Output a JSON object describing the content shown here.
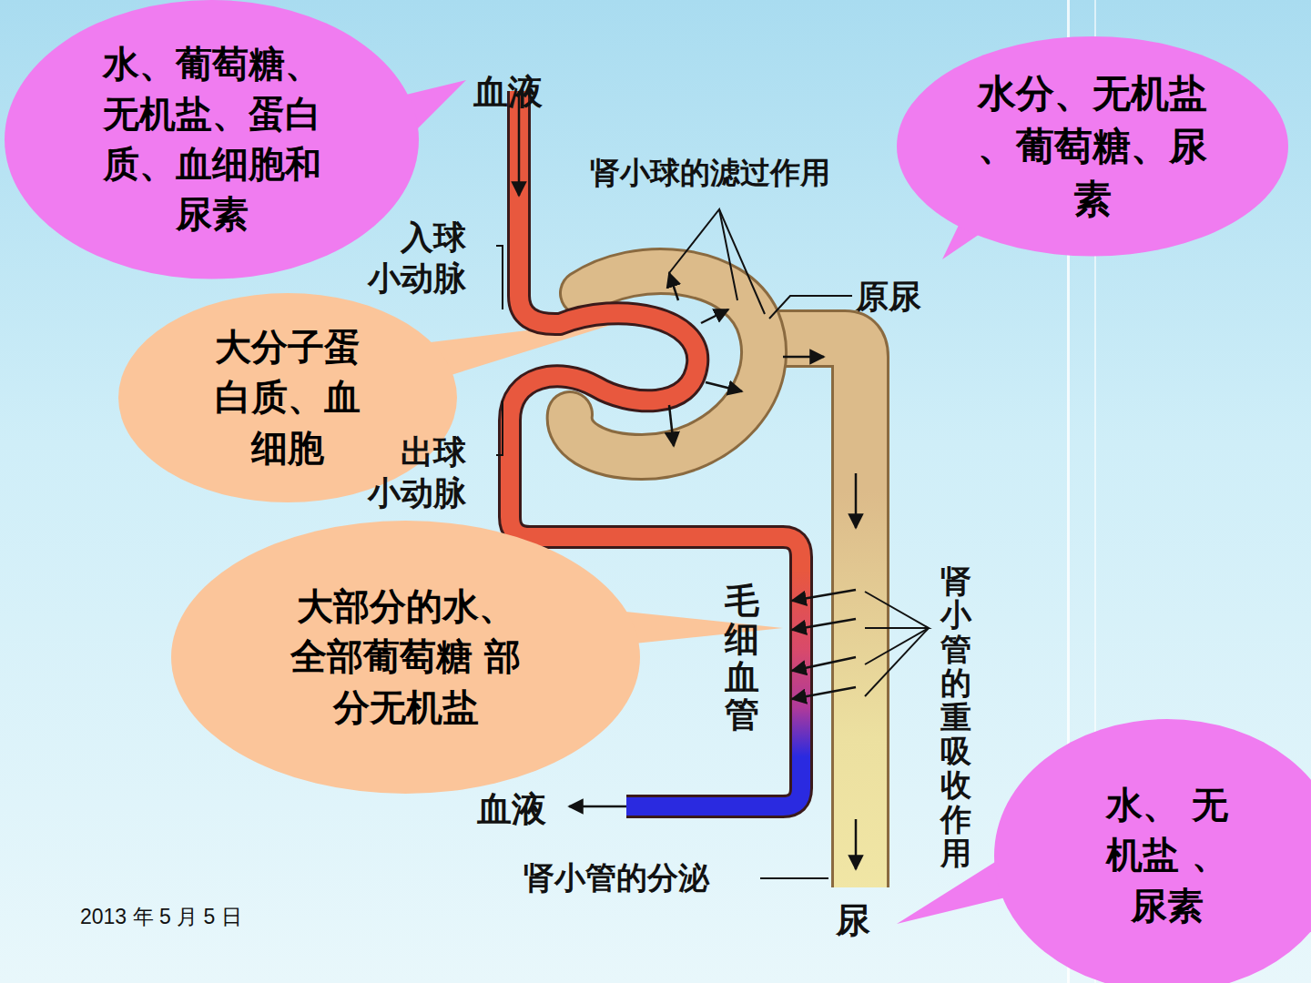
{
  "diagram": {
    "nodes": [
      {
        "text": [
          "水、葡萄糖、 无机盐、蛋白 质、血细胞和 尿素"
        ]
      },
      {
        "text": [
          "水分、无机盐 、葡萄糖、尿 素"
        ]
      },
      {
        "text": [
          "大分子蛋 白质、血 细胞"
        ]
      },
      {
        "text": [
          "大部分的水、 全部葡萄糖 部分无机盐"
        ]
      },
      {
        "text": [
          "水、 无机盐 、 尿素"
        ]
      }
    ],
    "labels": [
      "血液",
      "肾小球的滤过作用",
      "入球 小动脉",
      "原尿",
      "出球 小动脉",
      "毛细血管",
      "肾小管的重吸收作用",
      "血液",
      "肾小管的分泌",
      "尿",
      "2013 年 5 月 5 日"
    ]
  }
}
